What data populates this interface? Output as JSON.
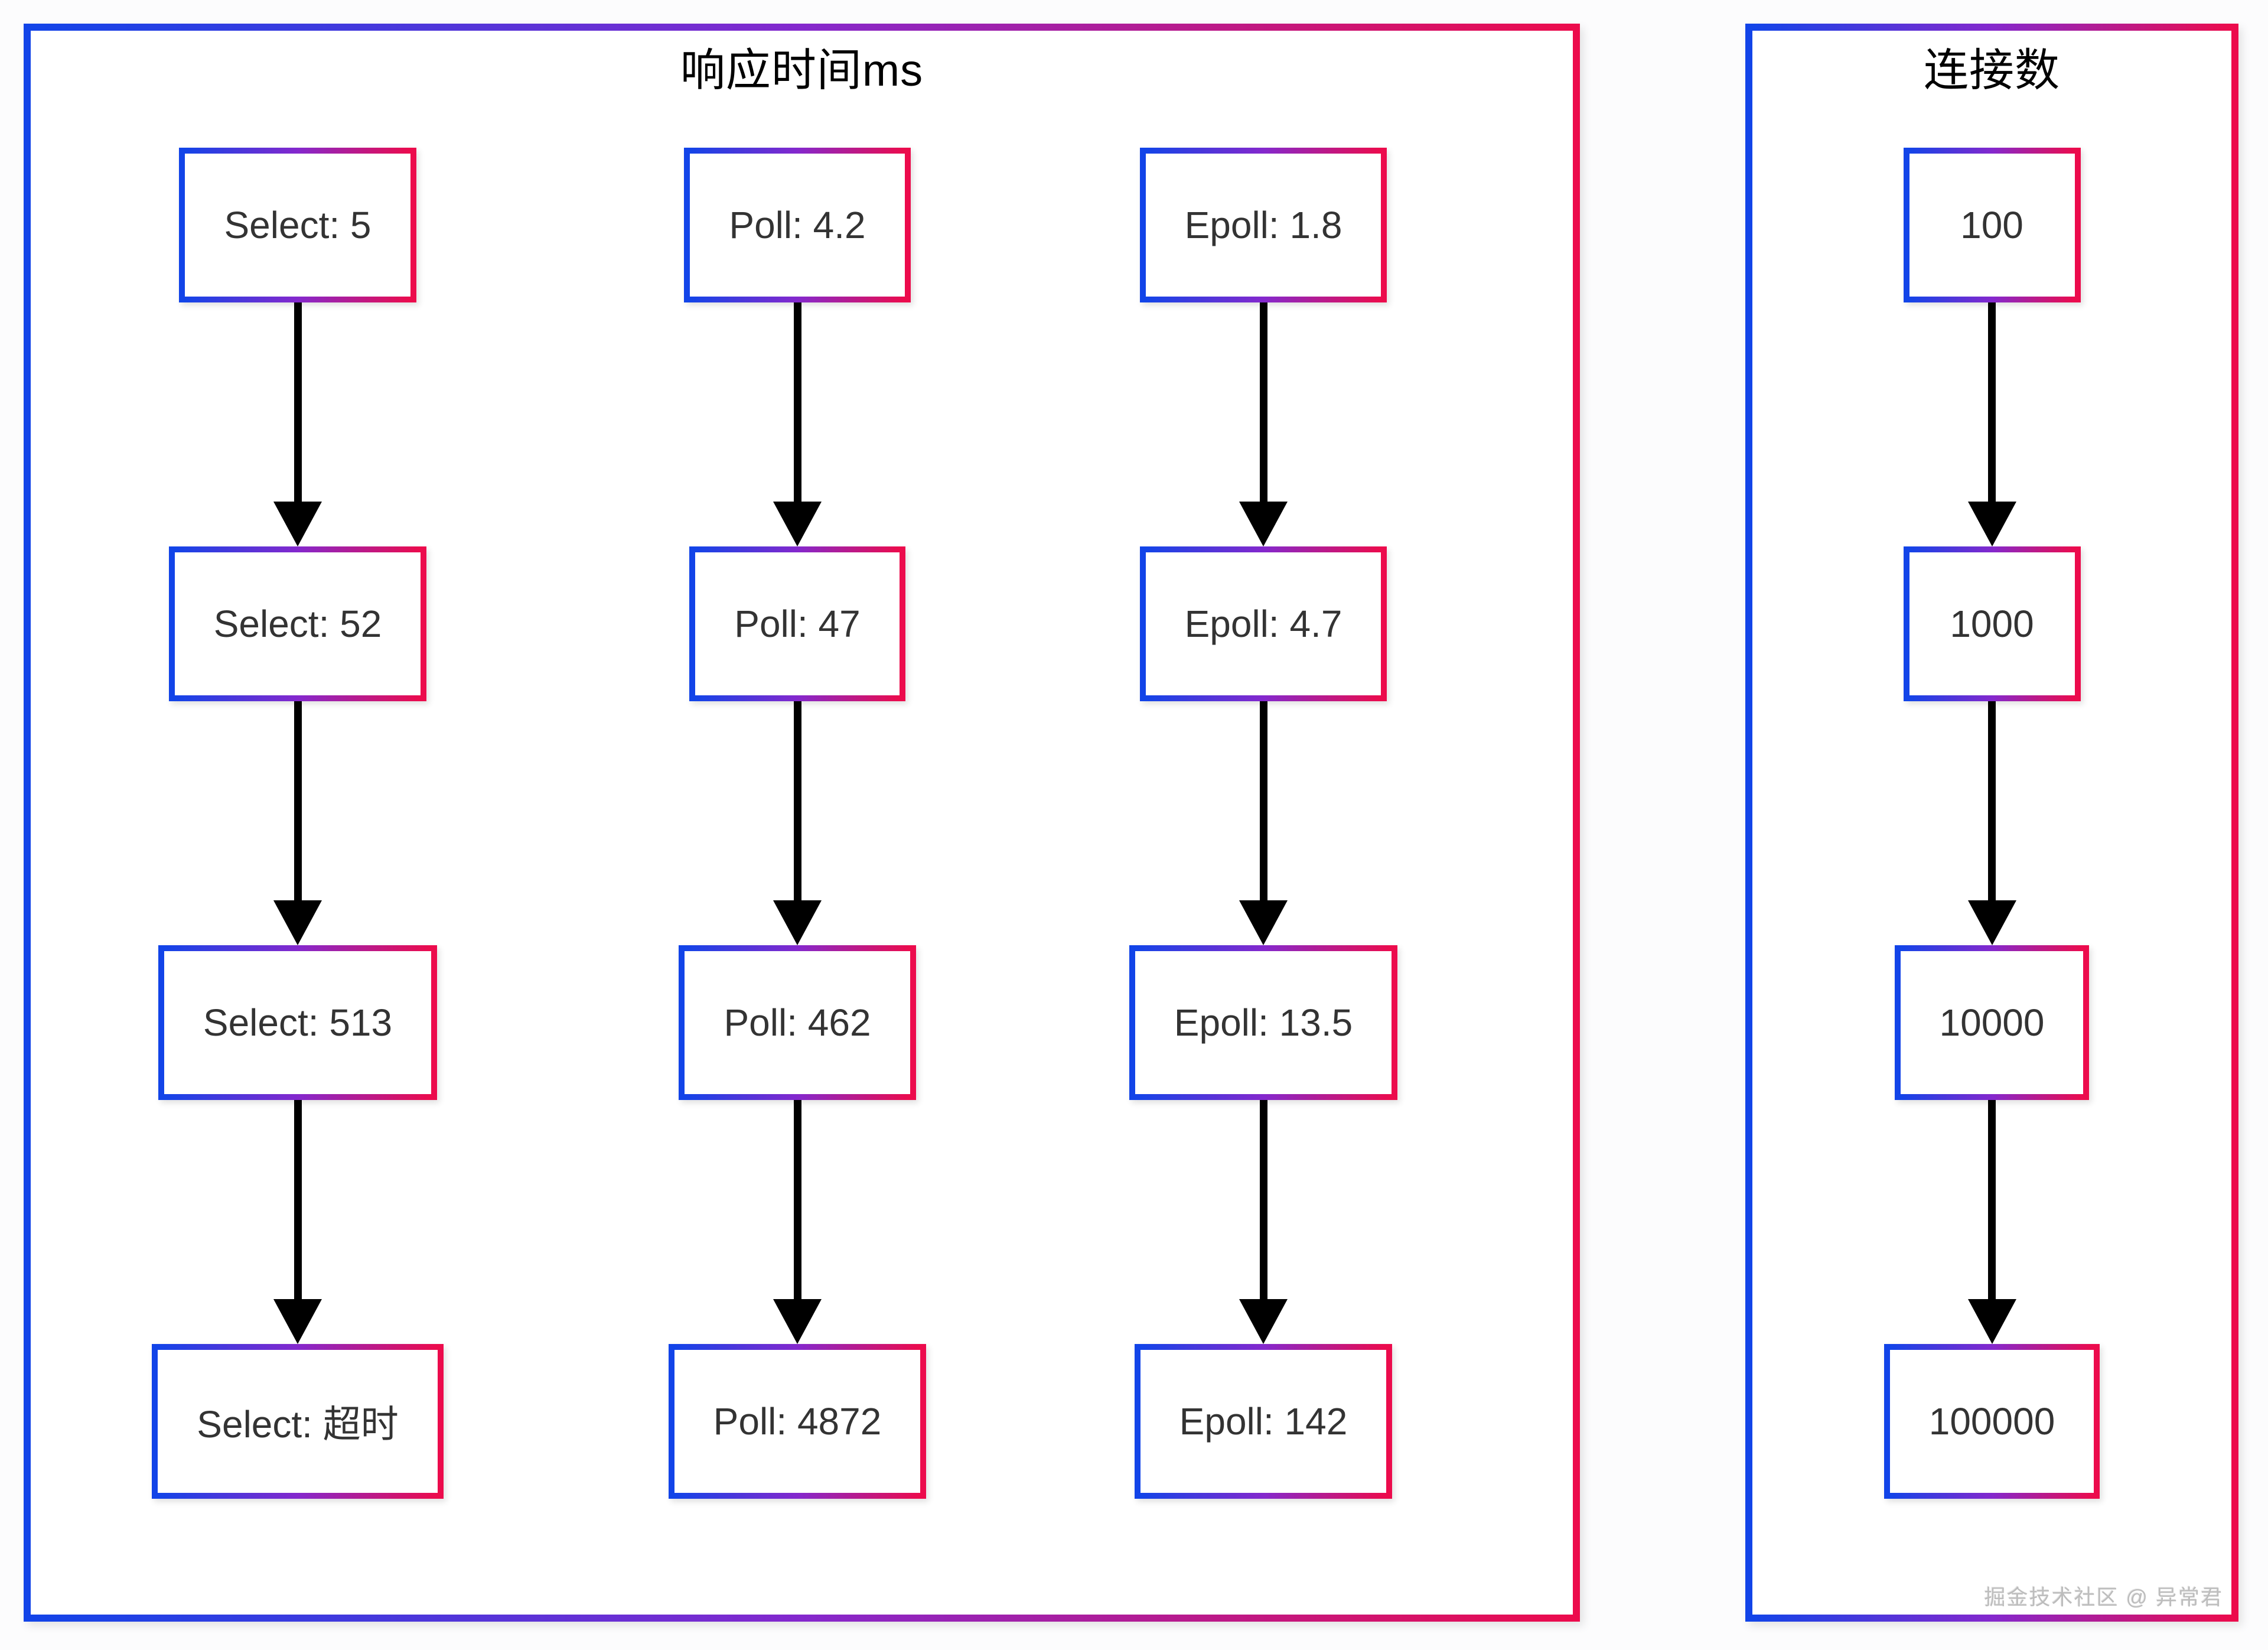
{
  "colors": {
    "gradient_start": "#1244e8",
    "gradient_mid": "#8428cd",
    "gradient_end": "#ec0b4c",
    "arrow": "#000000",
    "node_text": "#333333",
    "title_text": "#000000"
  },
  "left_panel": {
    "title": "响应时间ms",
    "columns": [
      {
        "name": "select",
        "nodes": [
          "Select: 5",
          "Select: 52",
          "Select: 513",
          "Select: 超时"
        ]
      },
      {
        "name": "poll",
        "nodes": [
          "Poll: 4.2",
          "Poll: 47",
          "Poll: 462",
          "Poll: 4872"
        ]
      },
      {
        "name": "epoll",
        "nodes": [
          "Epoll: 1.8",
          "Epoll: 4.7",
          "Epoll: 13.5",
          "Epoll: 142"
        ]
      }
    ]
  },
  "right_panel": {
    "title": "连接数",
    "nodes": [
      "100",
      "1000",
      "10000",
      "100000"
    ]
  },
  "watermark": "掘金技术社区 @ 异常君"
}
